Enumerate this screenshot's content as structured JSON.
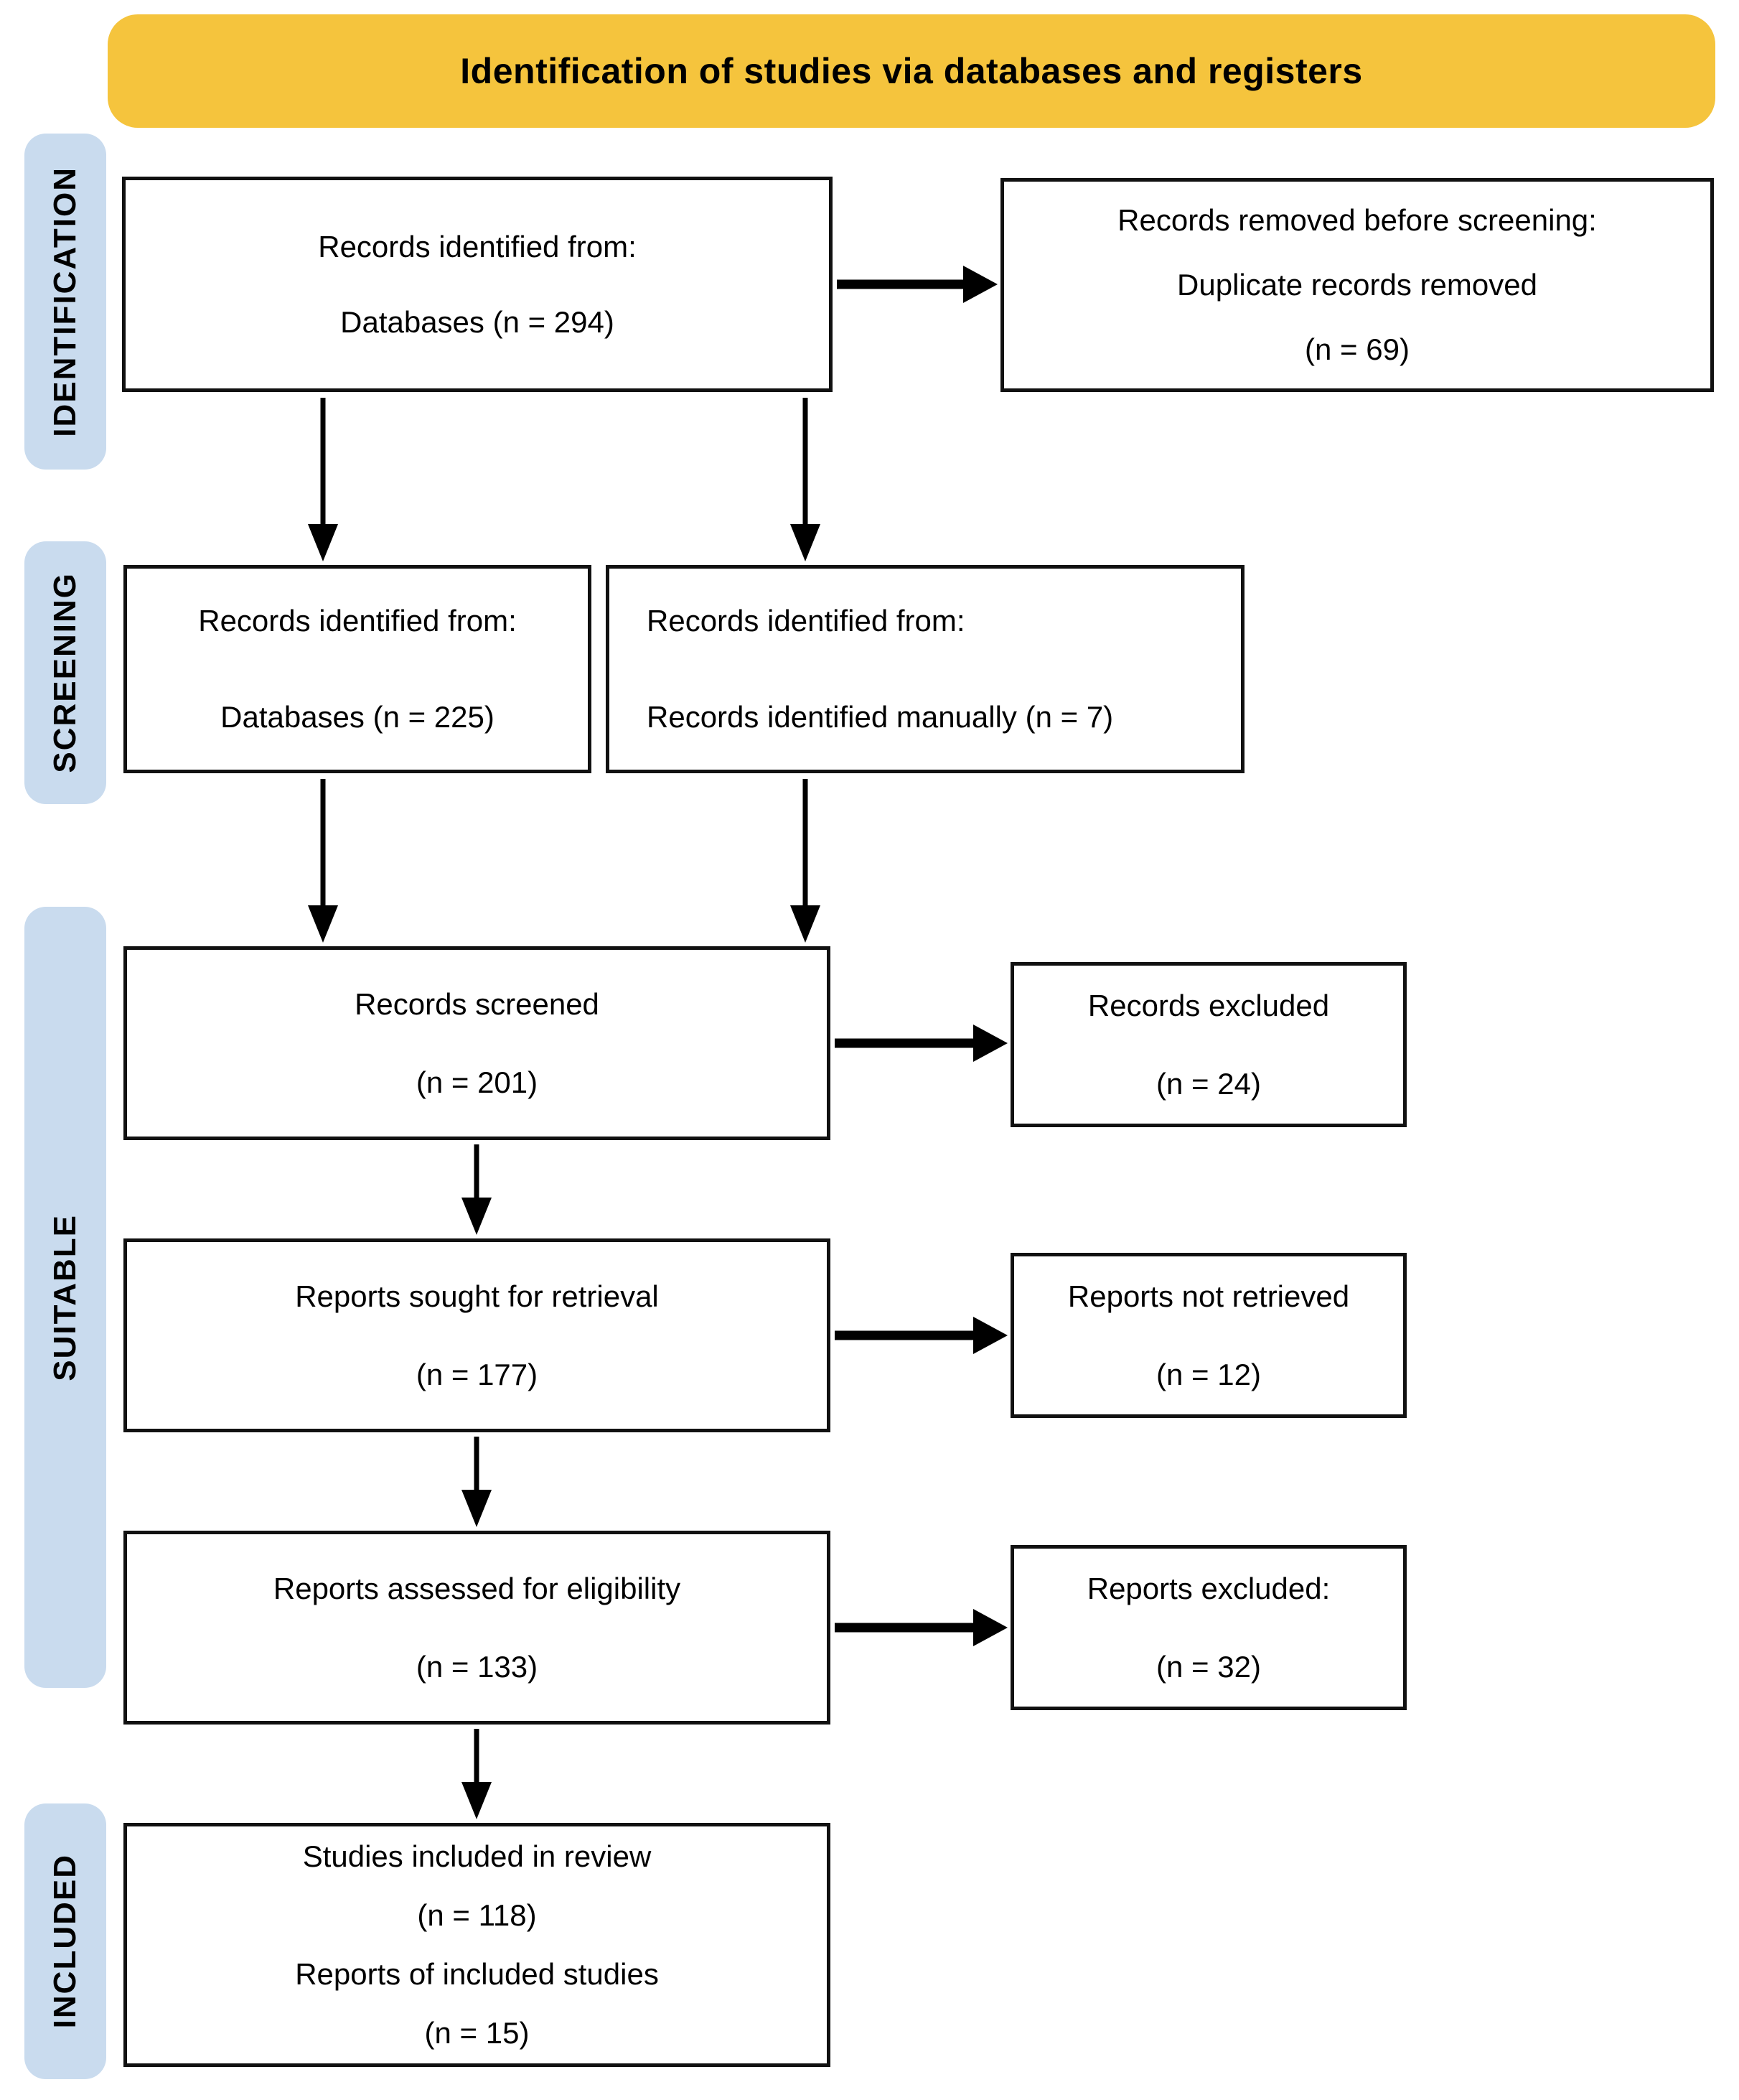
{
  "header": {
    "title": "Identification of studies via databases and registers"
  },
  "colors": {
    "banner_bg": "#F5C43D",
    "stage_bg": "#C9DBEE",
    "box_border": "#111111",
    "text": "#000000",
    "background": "#FFFFFF"
  },
  "stages": [
    {
      "label": "IDENTIFICATION"
    },
    {
      "label": "SCREENING"
    },
    {
      "label": "SUITABLE"
    },
    {
      "label": "INCLUDED"
    }
  ],
  "boxes": {
    "identified": {
      "lines": [
        "Records identified from:",
        "Databases (n = 294)"
      ]
    },
    "removed": {
      "lines": [
        "Records removed before screening:",
        "Duplicate records removed",
        "(n = 69)"
      ]
    },
    "screened_db": {
      "lines": [
        "Records identified from:",
        "Databases (n = 225)"
      ]
    },
    "screened_manual": {
      "lines": [
        "Records identified from:",
        "Records identified manually (n = 7)"
      ]
    },
    "records_screened": {
      "lines": [
        "Records screened",
        "(n = 201)"
      ]
    },
    "records_excluded": {
      "lines": [
        "Records excluded",
        "(n = 24)"
      ]
    },
    "reports_sought": {
      "lines": [
        "Reports sought for retrieval",
        "(n = 177)"
      ]
    },
    "reports_not_retrieved": {
      "lines": [
        "Reports not retrieved",
        "(n = 12)"
      ]
    },
    "reports_assessed": {
      "lines": [
        "Reports assessed for eligibility",
        "(n = 133)"
      ]
    },
    "reports_excluded": {
      "lines": [
        "Reports excluded:",
        "(n = 32)"
      ]
    },
    "included": {
      "lines": [
        "Studies included in review",
        "(n = 118)",
        "Reports of included studies",
        "(n = 15)"
      ]
    }
  }
}
